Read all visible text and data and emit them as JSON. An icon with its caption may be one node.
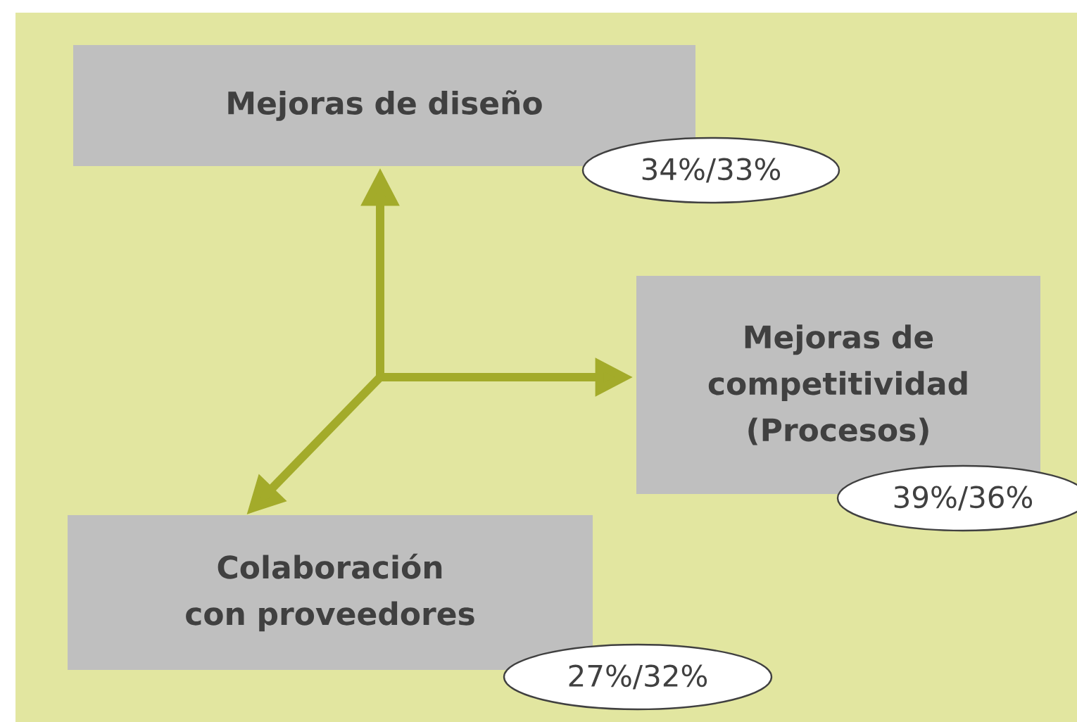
{
  "diagram": {
    "nodes": [
      {
        "text": [
          "Mejoras de diseño"
        ]
      },
      {
        "text": [
          "34%/33%"
        ]
      },
      {
        "text": [
          "Mejoras de competitividad (Procesos)"
        ]
      },
      {
        "text": [
          "39%/36%"
        ]
      },
      {
        "text": [
          "Colaboración con proveedores"
        ]
      },
      {
        "text": [
          "27%/32%"
        ]
      }
    ],
    "edges": [
      {
        "from": null,
        "to": 0,
        "arrow": "to"
      },
      {
        "from": null,
        "to": 2,
        "arrow": "to"
      },
      {
        "from": null,
        "to": 4,
        "arrow": "to"
      }
    ]
  }
}
